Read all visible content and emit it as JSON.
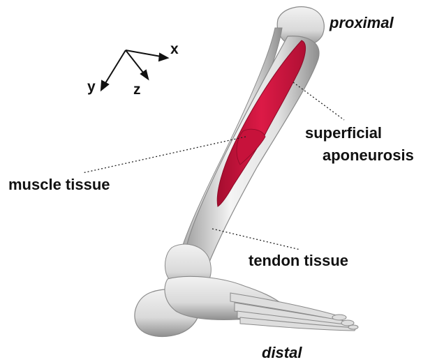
{
  "labels": {
    "proximal": "proximal",
    "distal": "distal",
    "superficial_line1": "superficial",
    "superficial_line2": "aponeurosis",
    "muscle": "muscle tissue",
    "tendon": "tendon tissue"
  },
  "axes": {
    "x": "x",
    "y": "y",
    "z": "z"
  },
  "colors": {
    "bone": "#e6e6e6",
    "bone_shadow": "#a9a9a9",
    "muscle": "#d3153f",
    "muscle_dark": "#9e0d2c",
    "leader_line": "#222222"
  }
}
